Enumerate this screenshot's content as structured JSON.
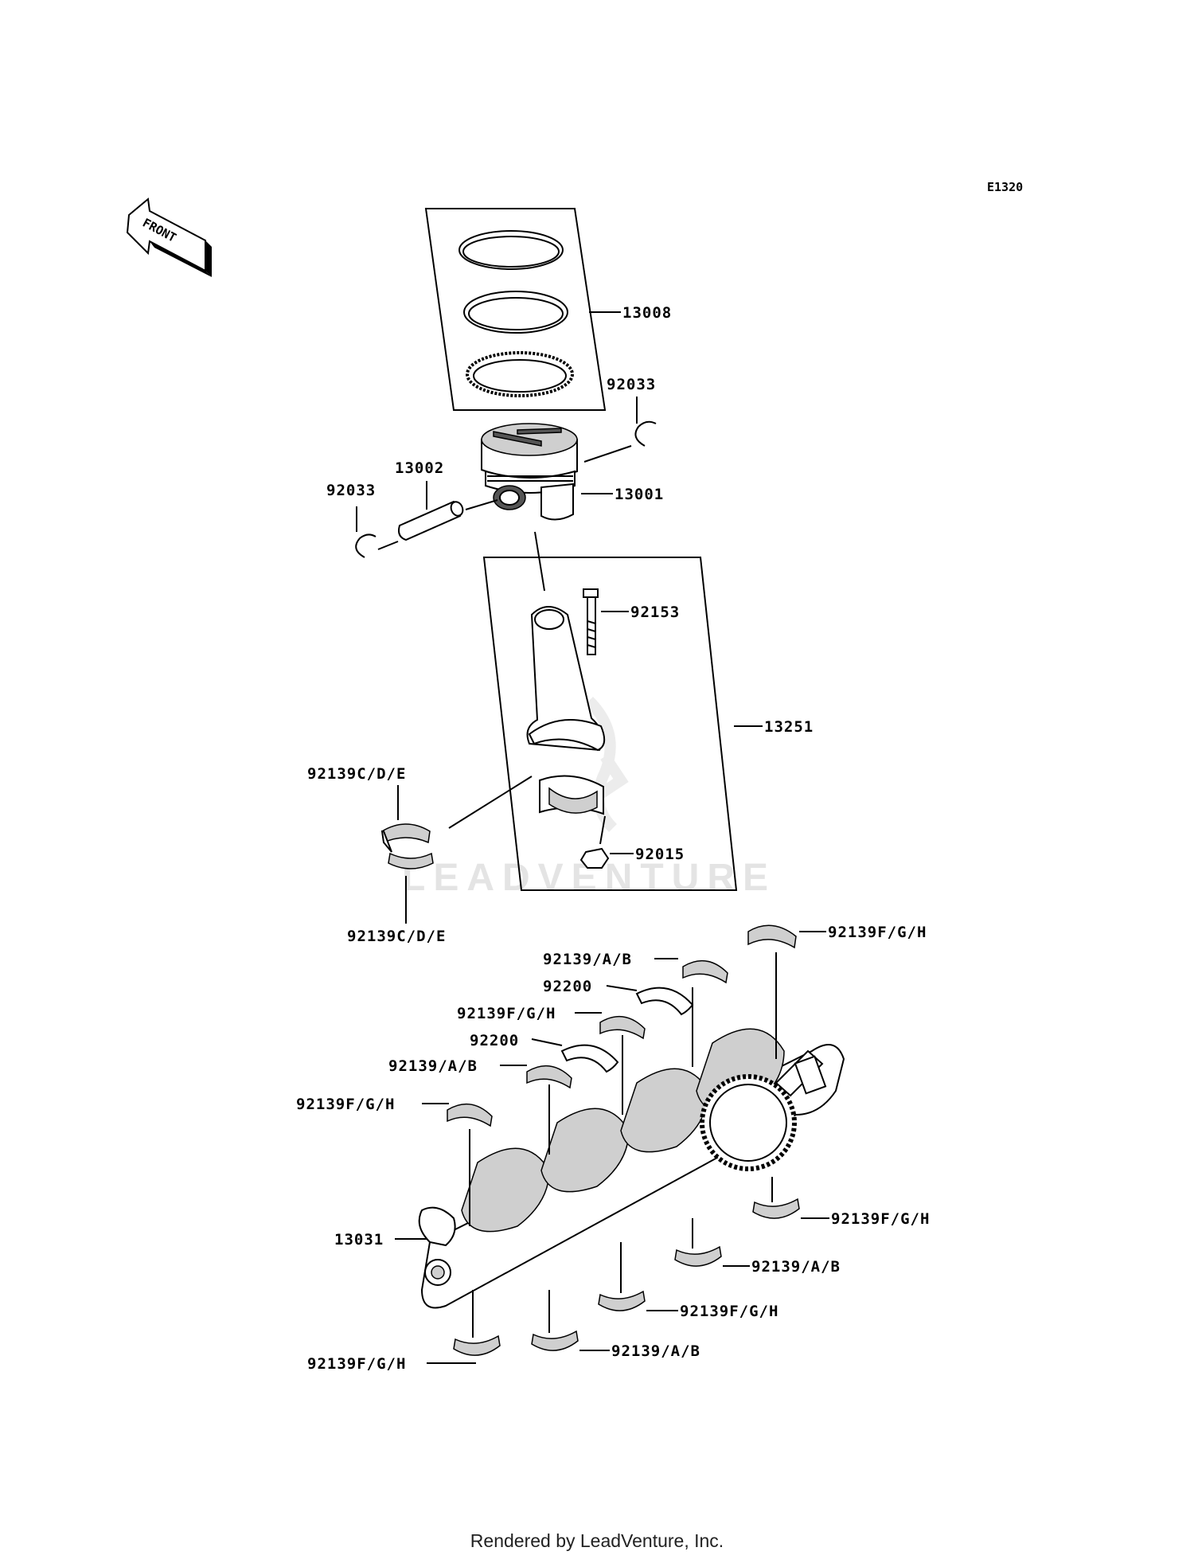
{
  "diagram_code": "E1320",
  "front_label": "FRONT",
  "watermark": "LEADVENTURE",
  "footer": "Rendered by LeadVenture, Inc.",
  "labels": {
    "piston_ring_set": "13008",
    "snap_ring_right": "92033",
    "piston_pin": "13002",
    "snap_ring_left": "92033",
    "piston": "13001",
    "conrod_bolt": "92153",
    "connecting_rod": "13251",
    "conrod_bearing_upper": "92139C/D/E",
    "conrod_bearing_lower": "92139C/D/E",
    "conrod_nut": "92015",
    "main_bearing_top_right": "92139F/G/H",
    "main_bearing_ab_1": "92139/A/B",
    "thrust_washer_1": "92200",
    "main_bearing_fgh_2": "92139F/G/H",
    "thrust_washer_2": "92200",
    "main_bearing_ab_2": "92139/A/B",
    "main_bearing_fgh_left": "92139F/G/H",
    "crankshaft": "13031",
    "main_bearing_fgh_lower_right": "92139F/G/H",
    "main_bearing_ab_lower_right": "92139/A/B",
    "main_bearing_fgh_lower_mid": "92139F/G/H",
    "main_bearing_ab_bottom": "92139/A/B",
    "main_bearing_fgh_bottom_left": "92139F/G/H"
  }
}
